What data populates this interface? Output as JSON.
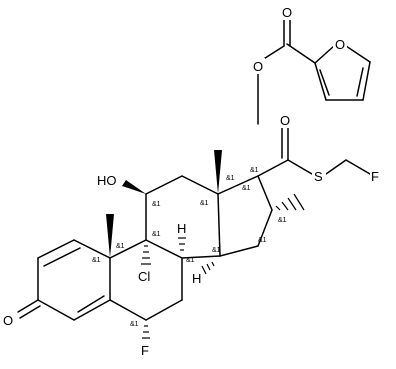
{
  "atoms": {
    "O_ester": "O",
    "O_carbonyl_furoate": "O",
    "O_furan": "O",
    "O_thioester": "O",
    "S": "S",
    "F_methyl": "F",
    "HO": "HO",
    "H_8": "H",
    "H_14": "H",
    "Cl": "Cl",
    "O_ketone": "O",
    "F_6": "F"
  },
  "stereo": {
    "s1": "&1",
    "s2": "&1",
    "s3": "&1",
    "s4": "&1",
    "s5": "&1",
    "s6": "&1",
    "s7": "&1",
    "s8": "&1",
    "s9": "&1",
    "s10": "&1",
    "s11": "&1",
    "s12": "&1",
    "s13": "&1"
  }
}
